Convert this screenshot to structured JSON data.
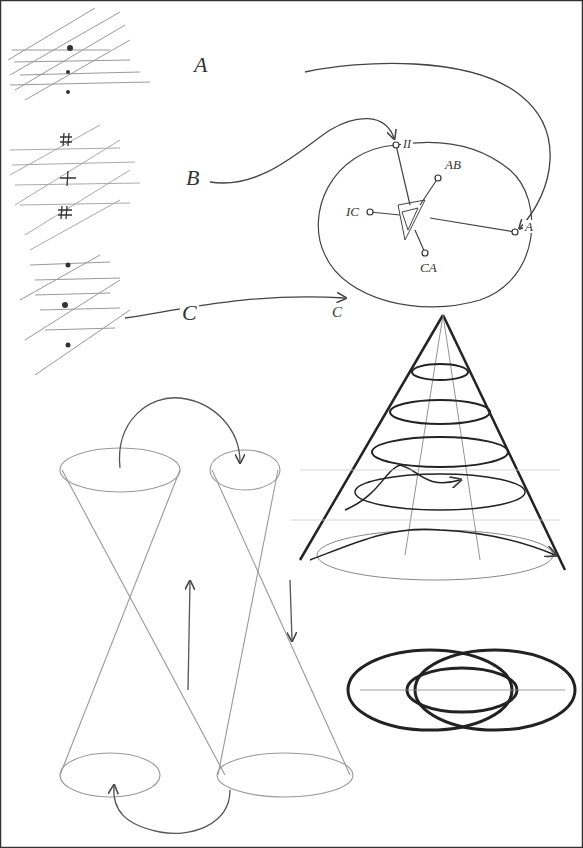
{
  "diagram": {
    "labels": [
      "A",
      "B",
      "C",
      "II",
      "AB",
      "IC",
      "A",
      "CA",
      "C"
    ]
  }
}
